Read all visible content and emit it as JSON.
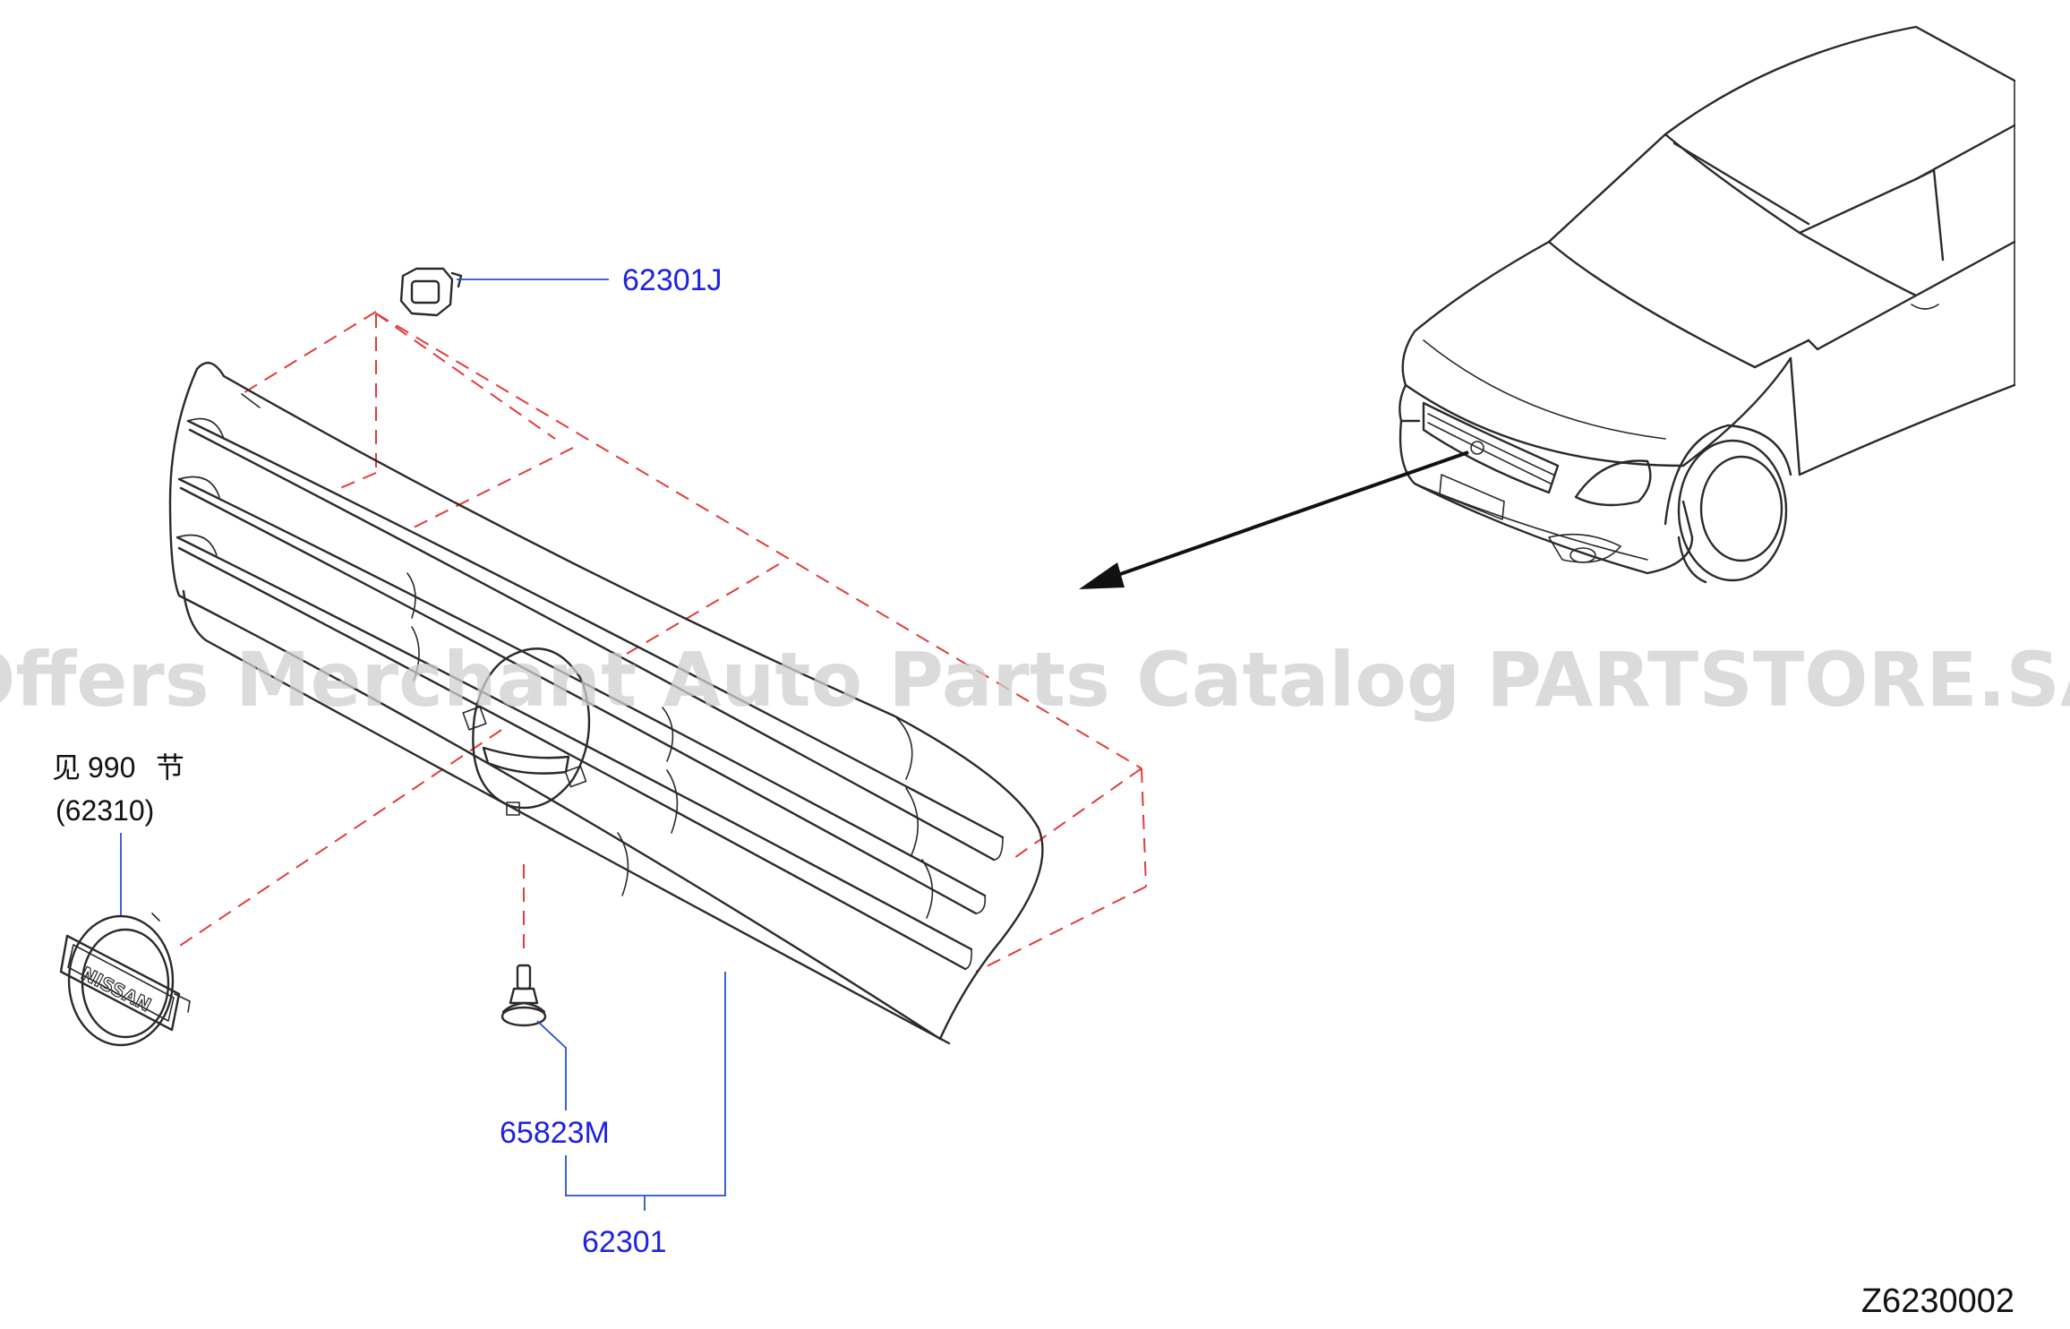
{
  "callouts": {
    "retainer_clip": "62301J",
    "fastener": "65823M",
    "grille_assembly": "62301",
    "emblem_ref_prefix": "见",
    "emblem_ref_section": "990",
    "emblem_ref_suffix": "节",
    "emblem_ref_part": "(62310)"
  },
  "emblem_text": "NISSAN",
  "watermark": "Offers Merchant Auto Parts Catalog PARTSTORE.SA",
  "figure_id": "Z6230002",
  "colors": {
    "callout_text": "#1f22e0",
    "leader_line": "#2850c8",
    "assembly_dash": "#e43a3a",
    "line_art": "#2a2a2a"
  }
}
